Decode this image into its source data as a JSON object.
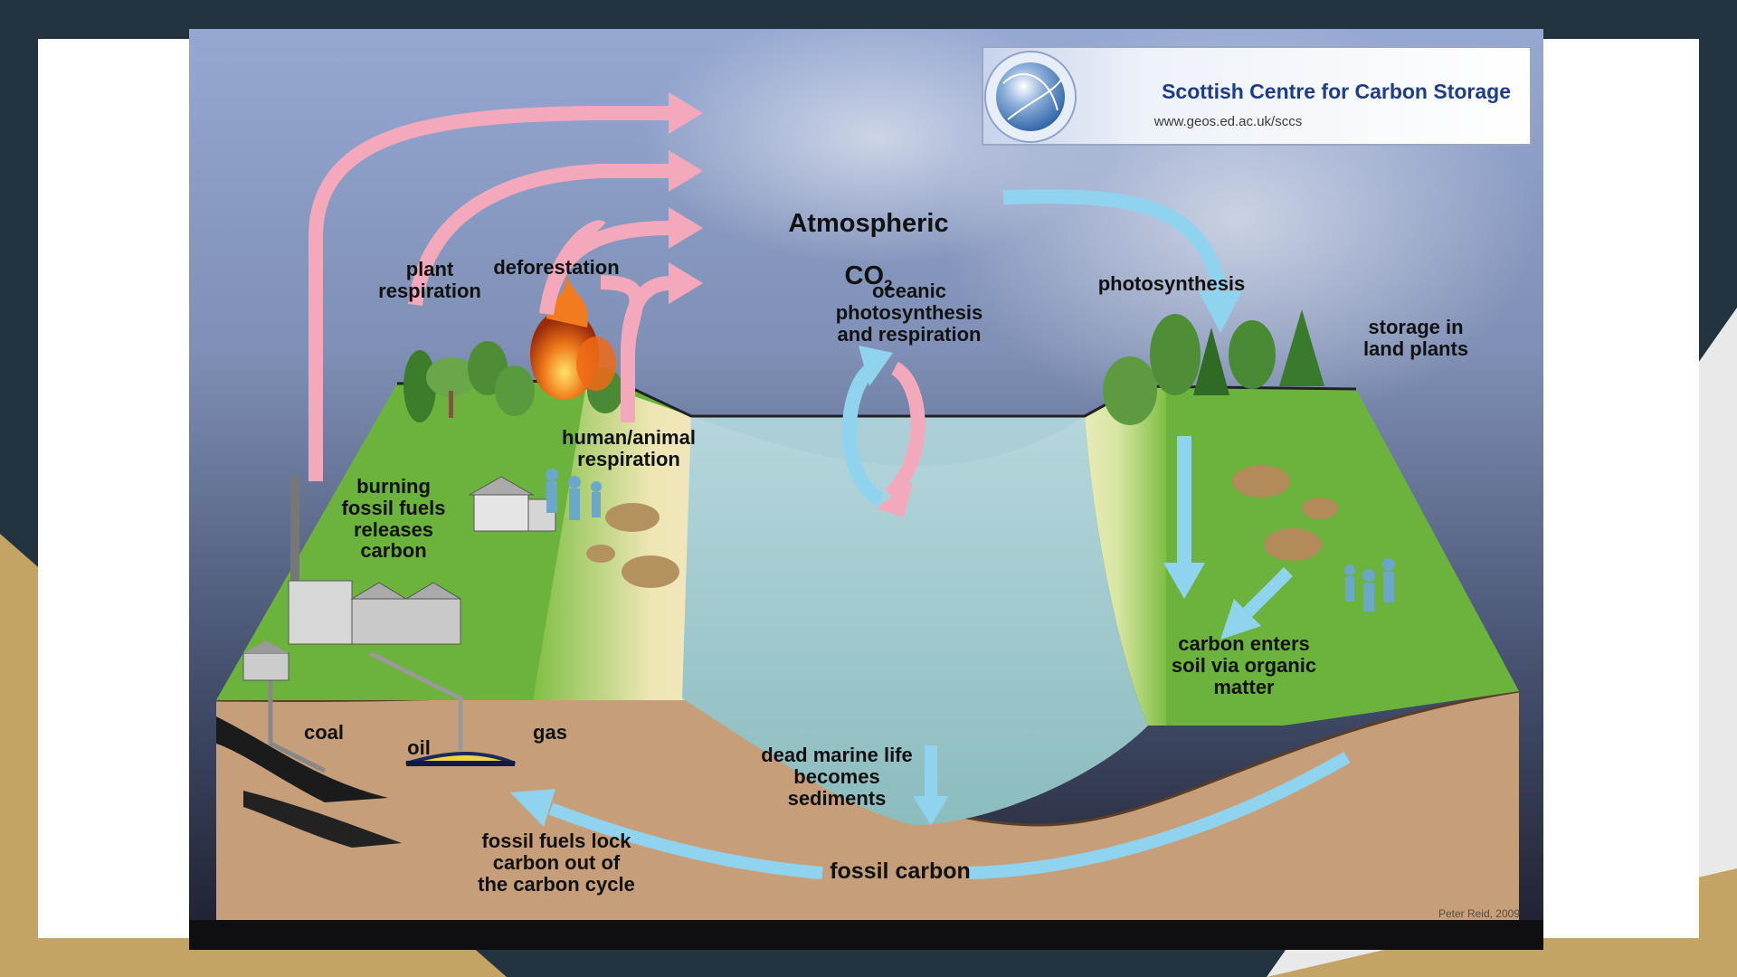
{
  "organisation": {
    "name": "Scottish Centre for Carbon Storage",
    "url": "www.geos.ed.ac.uk/sccs",
    "logo_text": "Scottish Centre for Carbon Storage"
  },
  "title": {
    "main": "Atmospheric",
    "co2": "CO",
    "co2_sub": "2"
  },
  "labels": {
    "plant_respiration": "plant\nrespiration",
    "deforestation": "deforestation",
    "human_animal_respiration": "human/animal\nrespiration",
    "burning_fossil_fuels": "burning\nfossil fuels\nreleases\ncarbon",
    "oceanic": "oceanic\nphotosynthesis\nand respiration",
    "photosynthesis": "photosynthesis",
    "storage_land_plants": "storage in\nland plants",
    "carbon_enters_soil": "carbon enters\nsoil via organic\nmatter",
    "coal": "coal",
    "oil": "oil",
    "gas": "gas",
    "dead_marine_life": "dead marine life\nbecomes\nsediments",
    "fossil_fuels_lock": "fossil fuels lock\ncarbon out of\nthe carbon cycle",
    "fossil_carbon": "fossil carbon"
  },
  "credit": "Peter Reid, 2009",
  "colors": {
    "release_arrow": "#f4a8bc",
    "uptake_arrow": "#8fd3ef",
    "grass": "#6cb33e",
    "soil": "#c9a27c",
    "water": "#9cc8c8",
    "sky_top": "#8fa3cd",
    "sky_bottom": "#23263a",
    "brand": "#1f3d84"
  }
}
